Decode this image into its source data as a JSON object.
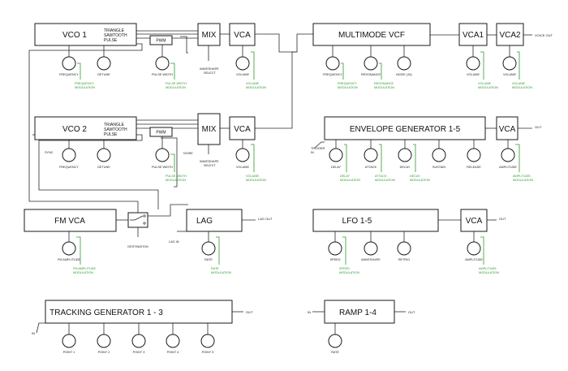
{
  "blocks": {
    "vco1": "VCO 1",
    "vco2": "VCO 2",
    "mix1": "MIX",
    "mix2": "MIX",
    "vca1": "VCA",
    "vca2": "VCA",
    "vcf": "MULTIMODE  VCF",
    "out_vca1": "VCA1",
    "out_vca2": "VCA2",
    "env": "ENVELOPE  GENERATOR  1-5",
    "env_vca": "VCA",
    "fmvca": "FM VCA",
    "lag": "LAG",
    "lfo": "LFO  1-5",
    "lfo_vca": "VCA",
    "tracking": "TRACKING  GENERATOR  1 - 3",
    "ramp": "RAMP  1-4"
  },
  "waveforms": [
    "TRIANGLE",
    "SAWTOOTH",
    "PULSE"
  ],
  "pwm_label": "PWM",
  "knobs": {
    "vco1_frequency": "FREQUENCY",
    "vco1_detune": "DETUNE",
    "vco1_pulse_width": "PULSE WIDTH",
    "mix1_waveshape": "WAVESHAPE\nSELECT",
    "vca1_volume": "VOLUME",
    "vcf_frequency": "FREQUENCY",
    "vcf_resonance": "RESONANCE",
    "vcf_mode": "MODE (15)",
    "out_vca1_volume": "VOLUME",
    "out_vca2_volume": "VOLUME",
    "vco2_sync": "SYNC",
    "vco2_frequency": "FREQUENCY",
    "vco2_detune": "DETUNE",
    "vco2_pulse_width": "PULSE WIDTH",
    "mix2_noise": "NOISE",
    "mix2_waveshape": "WAVESHAPE\nSELECT",
    "vca2_volume": "VOLUME",
    "env_trigger": "TRIGGER\nIN",
    "env_delay": "DELAY",
    "env_attack": "ATTACK",
    "env_decay": "DECAY",
    "env_sustain": "SUSTAIN",
    "env_release": "RELEASE",
    "env_amplitude": "AMPLITUDE",
    "fm_amplitude": "FM AMPLITUDE",
    "fm_destination": "DESTINATION",
    "lag_in": "LAG IN",
    "lag_rate": "RATE",
    "lfo_speed": "SPEED",
    "lfo_waveshape": "WAVESHAPE",
    "lfo_retrig": "RETRIG",
    "lfo_amplitude": "AMPLITUDE",
    "track_point1": "POINT 1",
    "track_point2": "POINT 2",
    "track_point3": "POINT 3",
    "track_point4": "POINT 4",
    "track_point5": "POINT 5",
    "ramp_rate": "RATE"
  },
  "modulations": {
    "vco1_freq_mod": "FREQUENCY\nMODULATION",
    "vco1_pw_mod": "PULSE WIDTH\nMODULATION",
    "vca1_vol_mod": "VOLUME\nMODULATION",
    "vcf_freq_mod": "FREQUENCY\nMODULATION",
    "vcf_res_mod": "RESONANCE\nMODULATION",
    "out_vca1_vol_mod": "VOLUME\nMODULATION",
    "out_vca2_vol_mod": "VOLUME\nMODULATION",
    "vco2_pw_mod": "PULSE WIDTH\nMODULATION",
    "vca2_vol_mod": "VOLUME\nMODULATION",
    "env_delay_mod": "DELAY\nMODULATION",
    "env_attack_mod": "ATTACK\nMODULATION",
    "env_decay_mod": "DECAY\nMODULATION",
    "env_amp_mod": "AMPLITUDE\nMODULATION",
    "fm_amp_mod": "FM AMPLITUDE\nMODULATION",
    "lag_rate_mod": "RATE\nMODULATION",
    "lfo_speed_mod": "SPEED\nMODULATION",
    "lfo_amp_mod": "AMPLITUDE\nMODULATION"
  },
  "io_labels": {
    "voice_out": "VOICE OUT",
    "env_out": "OUT",
    "lag_out": "LAG OUT",
    "lfo_out": "OUT",
    "track_in": "IN",
    "track_out": "OUT",
    "ramp_in": "IN",
    "ramp_out": "OUT"
  },
  "colors": {
    "line": "#1a1a1a",
    "modulation": "#2e9a2e",
    "background": "#ffffff"
  }
}
